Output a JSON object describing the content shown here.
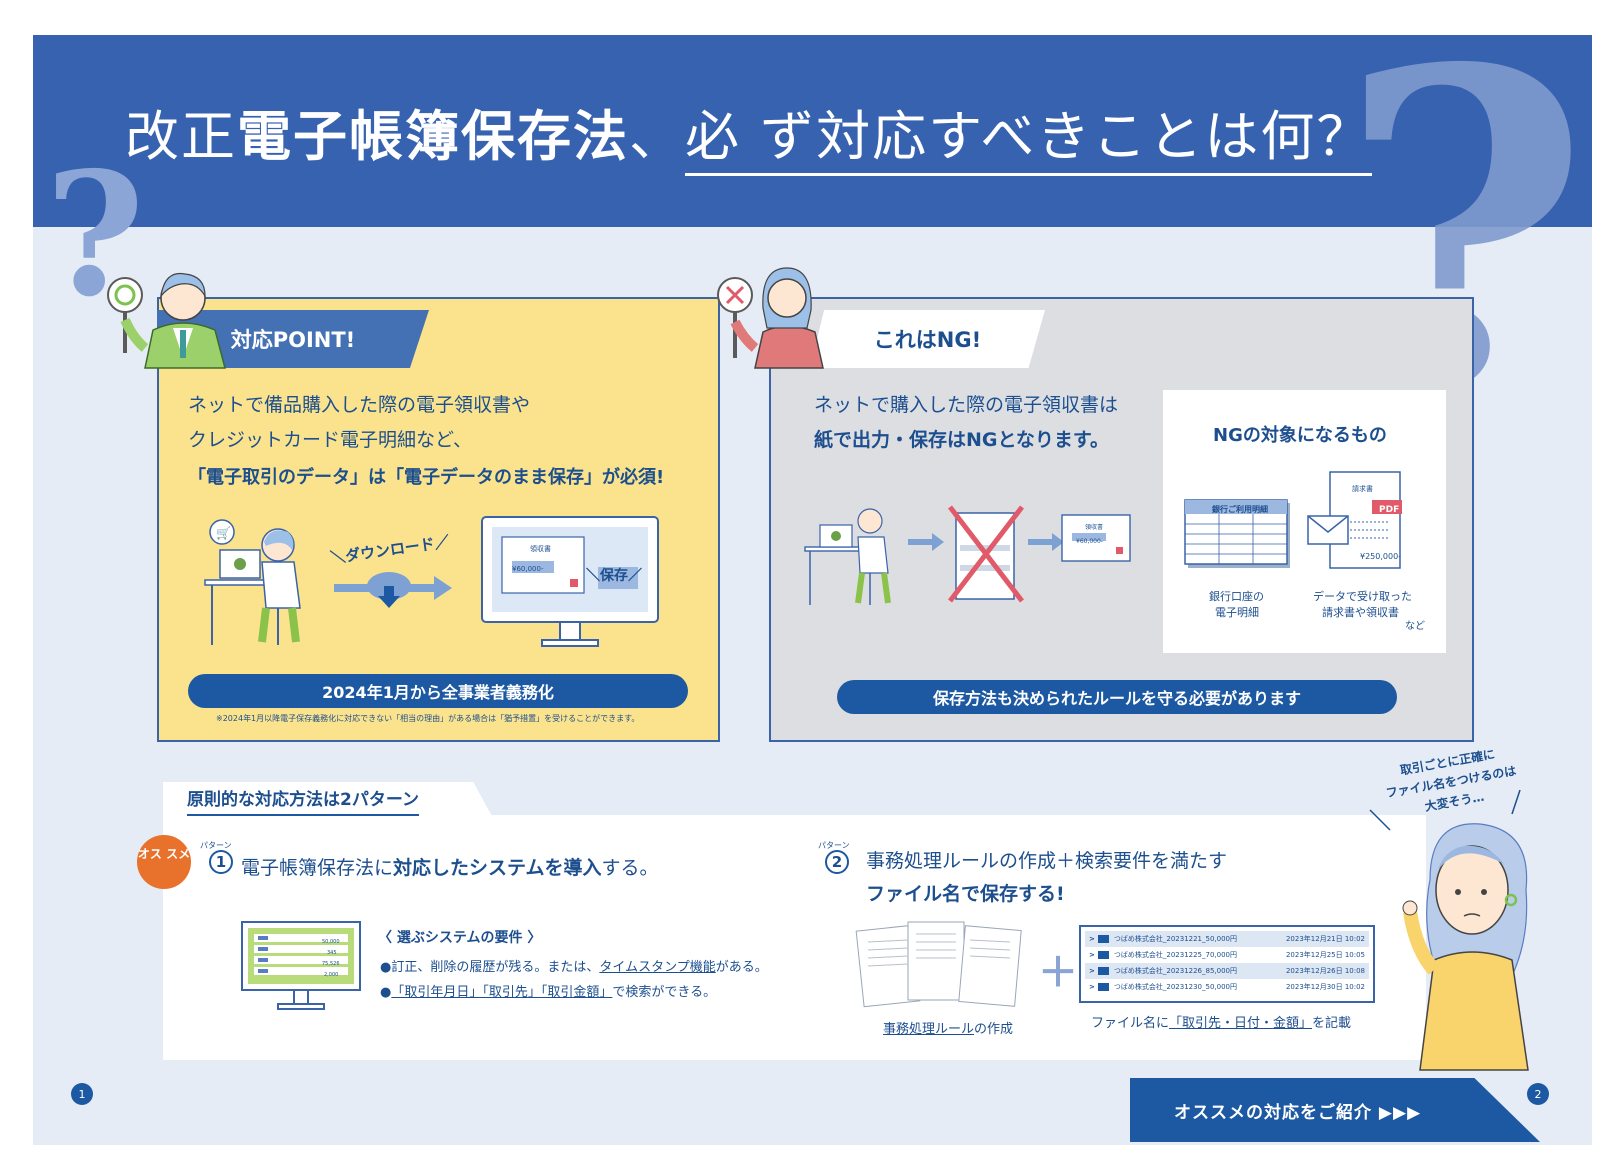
{
  "header": {
    "title_pre": "改正",
    "title_bold": "電子帳簿保存法",
    "title_mid": "、",
    "title_ul": "必 ず対応すべきことは何？"
  },
  "point_card": {
    "ribbon": "対応POINT!",
    "line1": "ネットで備品購入した際の電子領収書や",
    "line2": "クレジットカード電子明細など、",
    "line3": "「電子取引のデータ」は「電子データのまま保存」が必須!",
    "download_label": "＼ダウンロード／",
    "receipt_title": "領収書",
    "receipt_amount": "¥60,000-",
    "save_label": "＼保存／",
    "deadline": "2024年1月から全事業者義務化",
    "footnote": "※2024年1月以降電子保存義務化に対応できない「相当の理由」がある場合は「猶予措置」を受けることができます。"
  },
  "ng_card": {
    "ribbon": "これはNG!",
    "line1": "ネットで購入した際の電子領収書は",
    "line2": "紙で出力・保存はNGとなります。",
    "receipt_title": "領収書",
    "receipt_amount": "¥60,000-",
    "rule": "保存方法も決められたルールを守る必要があります",
    "box_title": "NGの対象になるもの",
    "bank_doc_title": "銀行ご利用明細",
    "bank_label_1": "銀行口座の",
    "bank_label_2": "電子明細",
    "invoice_title": "請求書",
    "invoice_tag": "PDF",
    "invoice_amount": "¥250,000-",
    "invoice_label_1": "データで受け取った",
    "invoice_label_2": "請求書や領収書",
    "etc": "など"
  },
  "patterns": {
    "tab_title": "原則的な対応方法は2パターン",
    "badge": "オス スメ",
    "pattern_label": "パターン",
    "p1_num": "1",
    "p1_text_pre": "電子帳簿保存法に",
    "p1_text_bold": "対応したシステムを導入",
    "p1_text_post": "する。",
    "req_title": "〈 選ぶシステムの要件 〉",
    "req1_pre": "●訂正、削除の履歴が残る。または、",
    "req1_link": "タイムスタンプ機能",
    "req1_post": "がある。",
    "req2_pre": "●",
    "req2_link": "「取引年月日」「取引先」「取引金額」",
    "req2_post": "で検索ができる。",
    "screen_values": [
      "50,000",
      "345",
      "75,526",
      "2,000"
    ],
    "p2_num": "2",
    "p2_line1": "事務処理ルールの作成＋検索要件を満たす",
    "p2_line2": "ファイル名で保存する!",
    "doc_caption_link": "事務処理ルール",
    "doc_caption_post": "の作成",
    "files": [
      {
        "name": "つばめ株式会社_20231221_50,000円",
        "date": "2023年12月21日 10:02"
      },
      {
        "name": "つばめ株式会社_20231225_70,000円",
        "date": "2023年12月25日 10:05"
      },
      {
        "name": "つばめ株式会社_20231226_85,000円",
        "date": "2023年12月26日 10:08"
      },
      {
        "name": "つばめ株式会社_20231230_50,000円",
        "date": "2023年12月30日 10:02"
      }
    ],
    "file_caption_pre": "ファイル名に",
    "file_caption_link": "「取引先・日付・金額」",
    "file_caption_post": "を記載"
  },
  "thought": {
    "line1": "取引ごとに正確に",
    "line2": "ファイル名をつけるのは",
    "line3": "大変そう…"
  },
  "footer": {
    "cta": "オススメの対応をご紹介 ▶▶▶",
    "page_left": "1",
    "page_right": "2"
  },
  "colors": {
    "banner": "#3762b0",
    "navy": "#1c59a2",
    "yellow_card": "#fae38c",
    "gray_card": "#dcdee2",
    "accent_orange": "#e8712b",
    "page_bg": "#e6ecf5"
  }
}
